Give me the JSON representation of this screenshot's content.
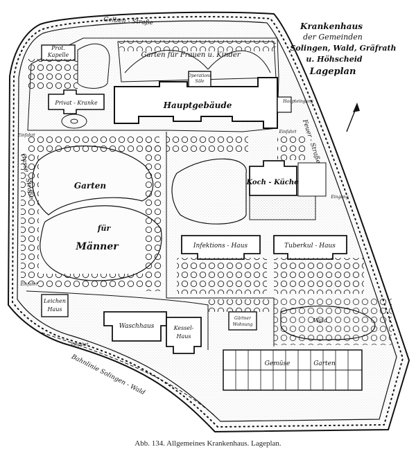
{
  "title": {
    "line1": "Krankenhaus",
    "line2": "der Gemeinden",
    "line3": "Solingen, Wald, Gräfrath",
    "line4": "u. Höhscheid",
    "line5": "Lageplan"
  },
  "labels": {
    "gelben_strasse": "Gelben - Straße",
    "prot_kapelle_1": "Prot.",
    "prot_kapelle_2": "Kapelle",
    "garten_frauen": "Garten für Frauen u. Kinder",
    "operations_1": "Operations",
    "operations_2": "Säle",
    "privat_kranke": "Privat - Kranke",
    "hauptgebaeude": "Hauptgebäude",
    "haupteingang": "Haupteingang",
    "einfahrt_1": "Einfahrt",
    "einfahrt_2": "Einfahrt",
    "einfahrt_3": "Einfahrt",
    "einfahrt_4": "Einfahrt",
    "feuer_strasse": "Feuer - Straße",
    "gasse_strasse": "Gasse - Straße",
    "kochkueche": "Koch - Küche",
    "eingang": "Eingang",
    "garten_1": "Garten",
    "garten_2": "für",
    "garten_3": "Männer",
    "infektions_haus": "Infektions - Haus",
    "tuberkul_haus": "Tuberkul - Haus",
    "leichen_1": "Leichen",
    "leichen_2": "Haus",
    "waschhaus": "Waschhaus",
    "kessel_1": "Kessel-",
    "kessel_2": "Haus",
    "gaertner_1": "Gärtner",
    "gaertner_2": "Wohnung",
    "wald": "Wald",
    "gemuese": "Gemüse",
    "garten_gemuese": "Garten",
    "bahnlinie": "Bahnlinie Solingen - Wald"
  },
  "caption": "Abb. 134. Allgemeines Krankenhaus. Lageplan."
}
